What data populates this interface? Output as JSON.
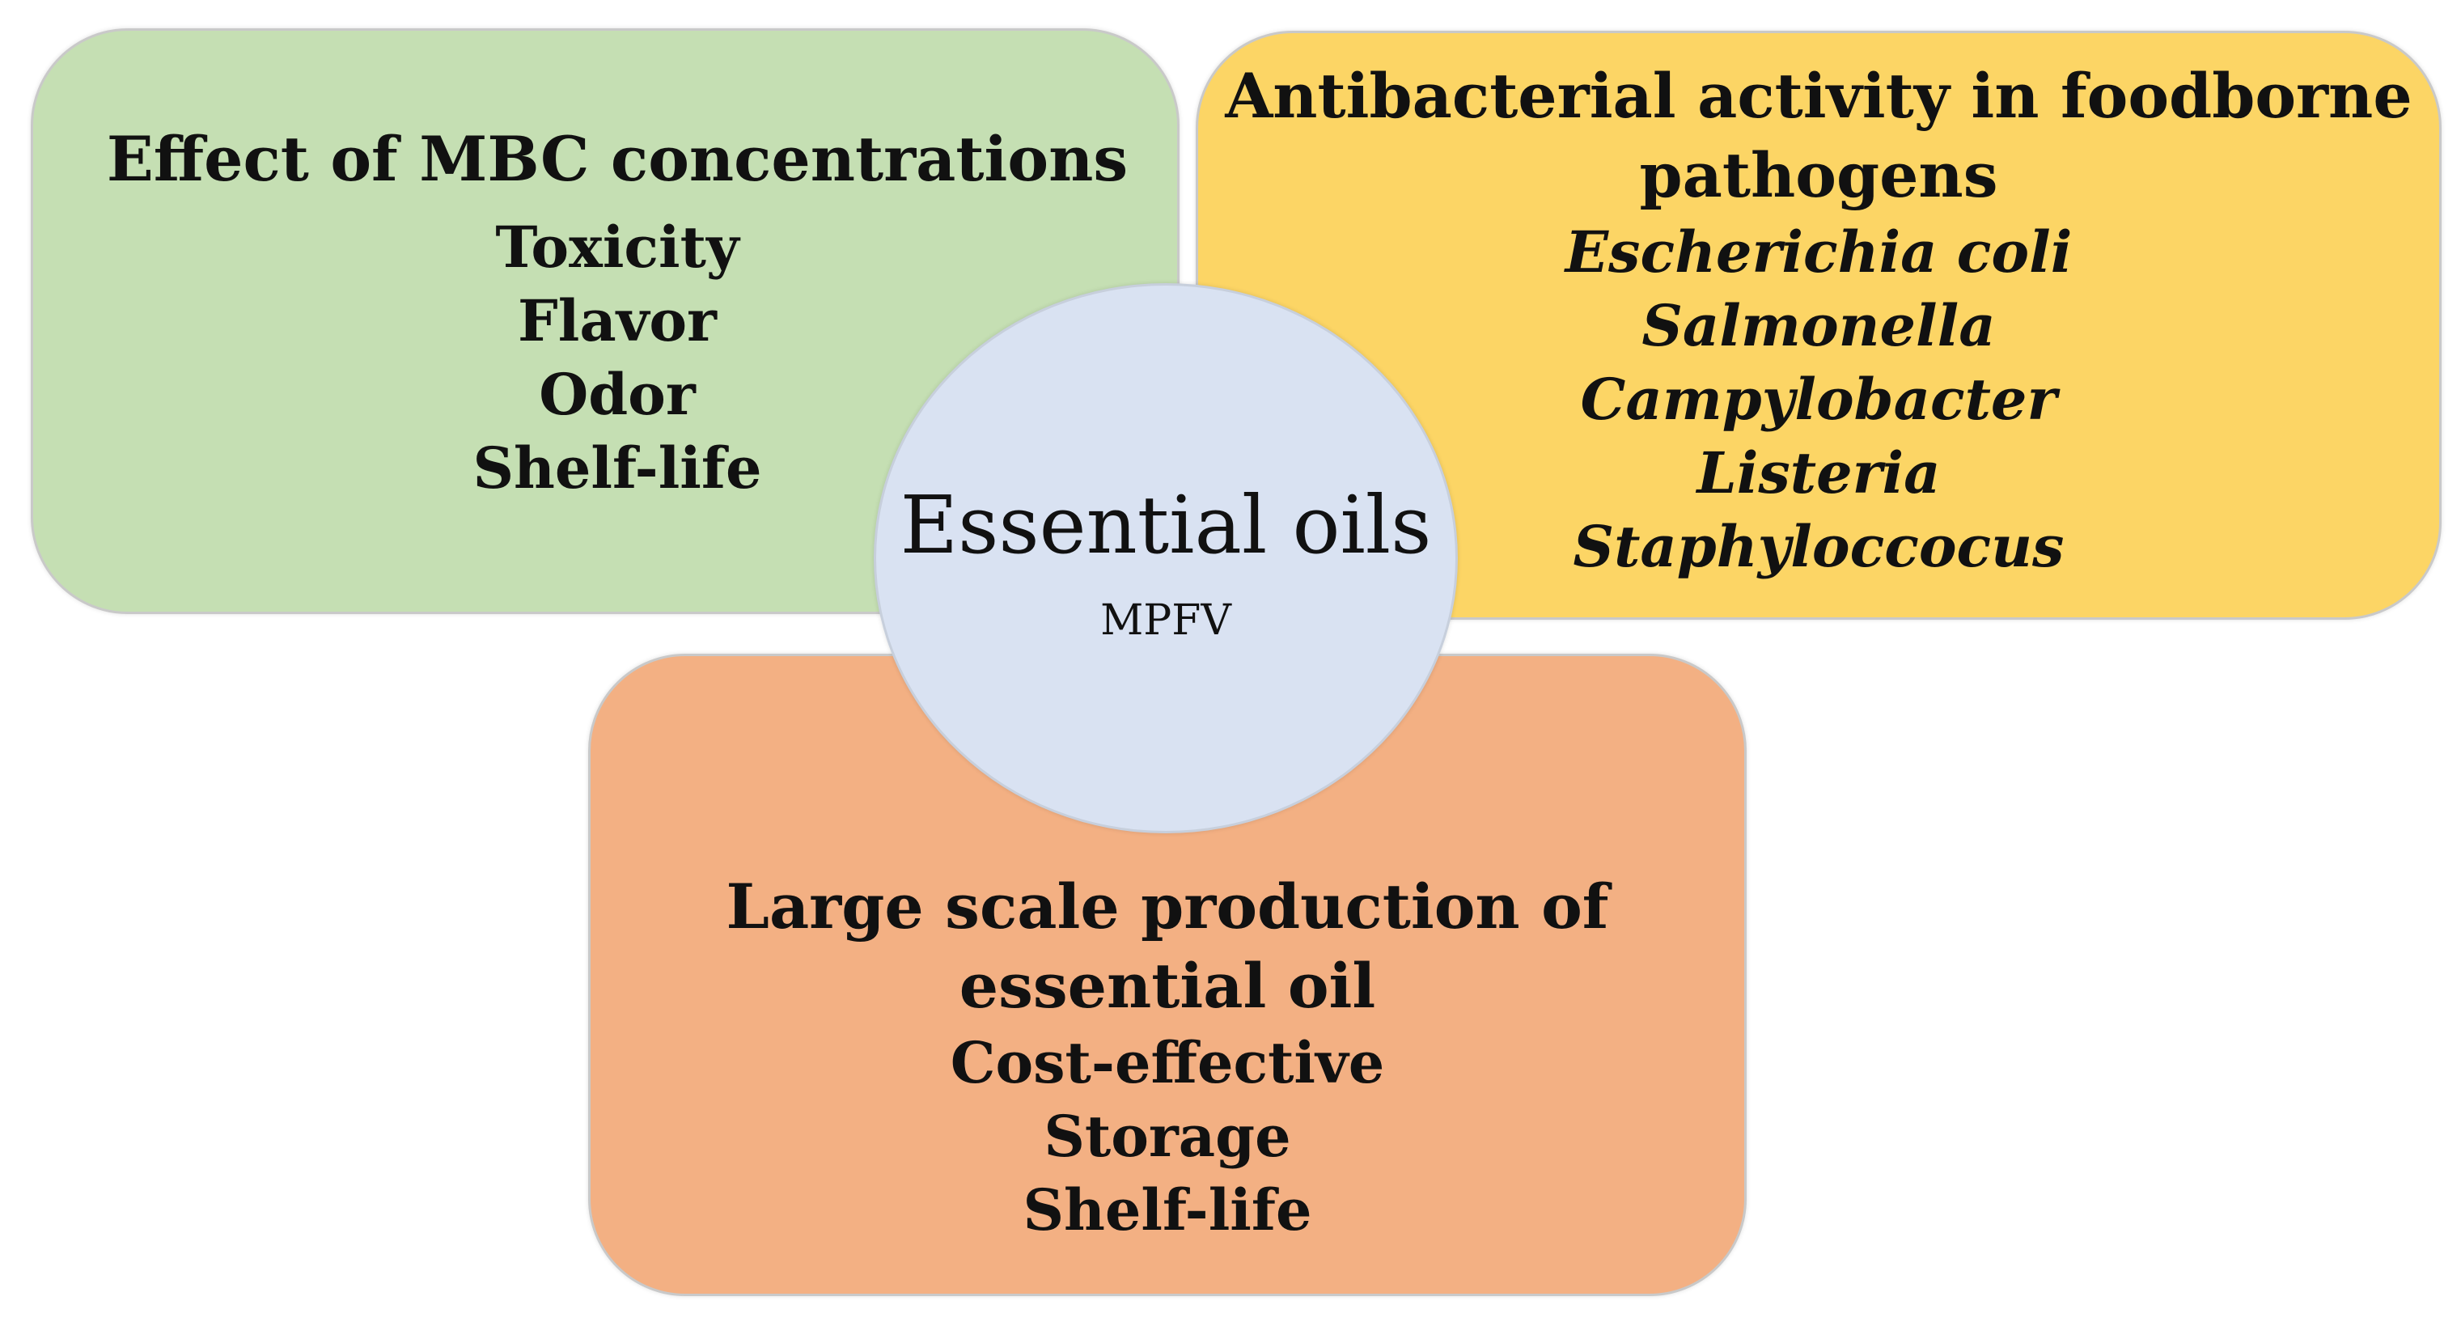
{
  "diagram": {
    "center": {
      "title": "Essential oils",
      "subtitle": "MPFV",
      "color": "#d9e2f2"
    },
    "boxes": [
      {
        "title": "Effect of MBC concentrations",
        "items": [
          "Toxicity",
          "Flavor",
          "Odor",
          "Shelf-life"
        ],
        "color": "#c5dfb3"
      },
      {
        "title_lines": [
          "Antibacterial activity in foodborne",
          "pathogens"
        ],
        "items": [
          "Escherichia coli",
          "Salmonella",
          "Campylobacter",
          "Listeria",
          "Staphyloccocus"
        ],
        "items_style": "italic",
        "color": "#fcd565"
      },
      {
        "title_lines": [
          "Large scale production of",
          "essential oil"
        ],
        "items": [
          "Cost-effective",
          "Storage",
          "Shelf-life"
        ],
        "color": "#f3b083"
      }
    ]
  }
}
